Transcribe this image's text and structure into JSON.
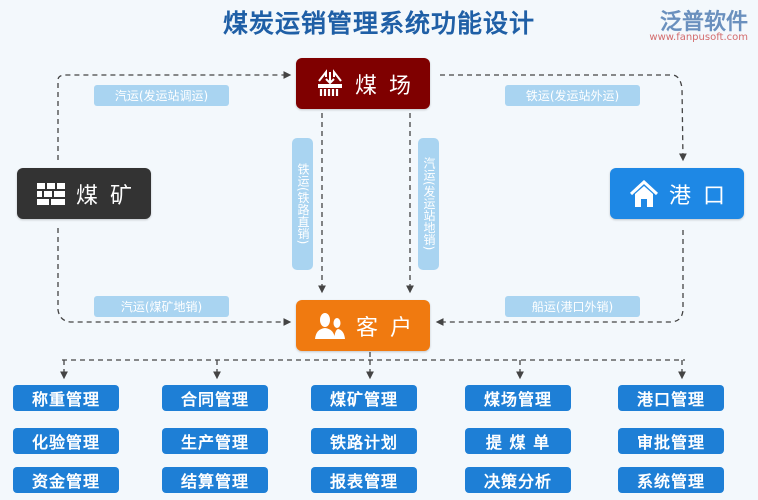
{
  "title": "煤炭运销管理系统功能设计",
  "nodes": {
    "coal_yard": {
      "label": "煤场",
      "icon": "warehouse-icon",
      "color": "#7f0000"
    },
    "coal_mine": {
      "label": "煤矿",
      "icon": "bricks-icon",
      "color": "#333333"
    },
    "port": {
      "label": "港口",
      "icon": "home-icon",
      "color": "#1e88e5"
    },
    "customer": {
      "label": "客户",
      "icon": "users-icon",
      "color": "#f07a10"
    }
  },
  "edges": {
    "mine_to_yard": "汽运(发运站调运)",
    "yard_to_port": "铁运(发运站外运)",
    "mine_to_customer": "汽运(煤矿地销)",
    "port_to_customer": "船运(港口外销)",
    "yard_to_customer_rail": "铁运(铁路直销)",
    "yard_to_customer_truck": "汽运(发运站地销)"
  },
  "modules": [
    [
      "称重管理",
      "化验管理",
      "资金管理"
    ],
    [
      "合同管理",
      "生产管理",
      "结算管理"
    ],
    [
      "煤矿管理",
      "铁路计划",
      "报表管理"
    ],
    [
      "煤场管理",
      "提 煤 单",
      "决策分析"
    ],
    [
      "港口管理",
      "审批管理",
      "系统管理"
    ]
  ],
  "watermark": {
    "text": "泛普软件",
    "url": "www.fanpusoft.com"
  }
}
